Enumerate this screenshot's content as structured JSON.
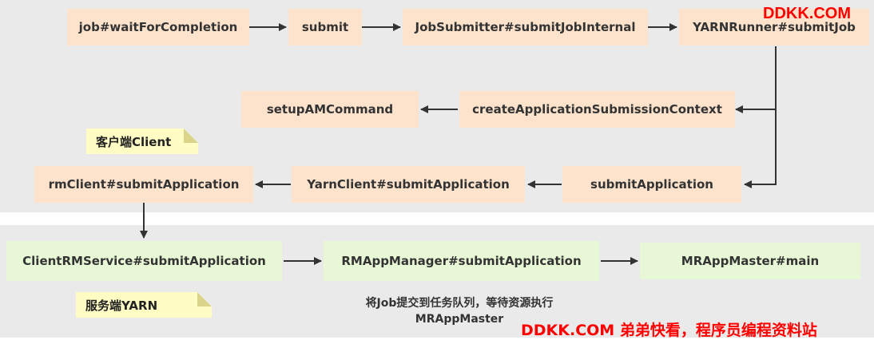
{
  "nodes": {
    "job_wait": "job#waitForCompletion",
    "submit": "submit",
    "jobsubmitter": "JobSubmitter#submitJobInternal",
    "yarnrunner": "YARNRunner#submitJob",
    "setupam": "setupAMCommand",
    "create_ctx": "createApplicationSubmissionContext",
    "rmclient": "rmClient#submitApplication",
    "yarnclient": "YarnClient#submitApplication",
    "submitapp": "submitApplication",
    "clientrm": "ClientRMService#submitApplication",
    "rmappmanager": "RMAppManager#submitApplication",
    "mrappmaster": "MRAppMaster#main"
  },
  "labels": {
    "client": "客户端Client",
    "server": "服务端YARN",
    "caption_line1": "将Job提交到任务队列，等待资源执行",
    "caption_line2": "MRAppMaster"
  },
  "watermark": {
    "top": "DDKK.COM",
    "bottom": "DDKK.COM 弟弟快看，程序员编程资料站"
  },
  "colors": {
    "client_node": "#fde3cc",
    "server_node": "#e8f8d6",
    "note": "#fffcc4",
    "arrow": "#333333",
    "watermark": "#ff0000"
  }
}
